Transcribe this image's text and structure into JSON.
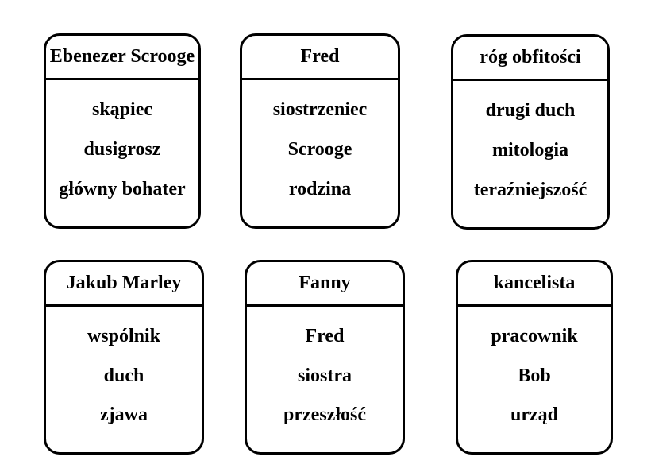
{
  "page": {
    "background_color": "#ffffff",
    "card_border_color": "#000000",
    "text_color": "#000000"
  },
  "cards": [
    {
      "title": "Ebenezer Scrooge",
      "items": [
        "skąpiec",
        "dusigrosz",
        "główny bohater"
      ]
    },
    {
      "title": "Fred",
      "items": [
        "siostrzeniec",
        "Scrooge",
        "rodzina"
      ]
    },
    {
      "title": "róg obfitości",
      "items": [
        "drugi duch",
        "mitologia",
        "teraźniejszość"
      ]
    },
    {
      "title": "Jakub Marley",
      "items": [
        "wspólnik",
        "duch",
        "zjawa"
      ]
    },
    {
      "title": "Fanny",
      "items": [
        "Fred",
        "siostra",
        "przeszłość"
      ]
    },
    {
      "title": "kancelista",
      "items": [
        "pracownik",
        "Bob",
        "urząd"
      ]
    }
  ]
}
